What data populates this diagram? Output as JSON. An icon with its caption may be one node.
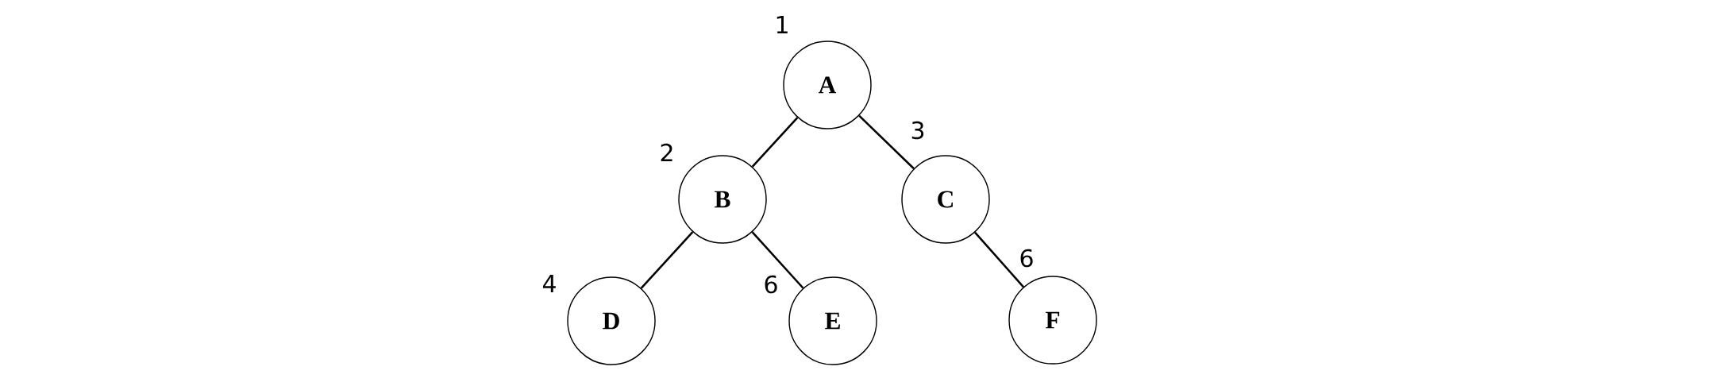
{
  "diagram": {
    "nodes": [
      {
        "text": [
          "A"
        ],
        "beside": [
          "1"
        ]
      },
      {
        "text": [
          "B"
        ],
        "beside": [
          "2"
        ]
      },
      {
        "text": [
          "C"
        ],
        "beside": [
          "3"
        ]
      },
      {
        "text": [
          "D"
        ],
        "beside": [
          "4"
        ]
      },
      {
        "text": [
          "E"
        ],
        "beside": [
          "6"
        ]
      },
      {
        "text": [
          "F"
        ],
        "beside": [
          "6"
        ]
      }
    ],
    "edges": [
      {
        "from": 0,
        "to": 1,
        "arrow": "none"
      },
      {
        "from": 0,
        "to": 2,
        "arrow": "none"
      },
      {
        "from": 1,
        "to": 3,
        "arrow": "none"
      },
      {
        "from": 1,
        "to": 4,
        "arrow": "none"
      },
      {
        "from": 2,
        "to": 5,
        "arrow": "none"
      }
    ]
  }
}
